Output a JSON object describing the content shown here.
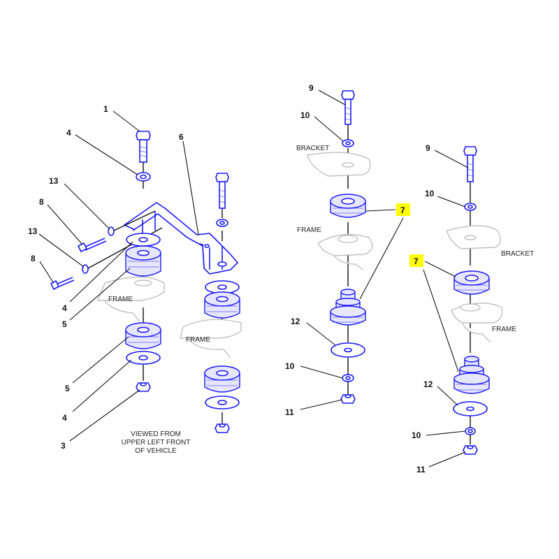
{
  "callouts": {
    "c1": "1",
    "c4a": "4",
    "c6": "6",
    "c13a": "13",
    "c8a": "8",
    "c13b": "13",
    "c8b": "8",
    "c4b": "4",
    "c5a": "5",
    "c5b": "5",
    "c4c": "4",
    "c3": "3",
    "c9a": "9",
    "c10a": "10",
    "c7a": "7",
    "c12a": "12",
    "c10b": "10",
    "c11a": "11",
    "c9b": "9",
    "c10c": "10",
    "c7b": "7",
    "c12b": "12",
    "c10d": "10",
    "c11b": "11"
  },
  "labels": {
    "frame_left": "FRAME",
    "frame_mid_left": "FRAME",
    "frame_mid": "FRAME",
    "frame_right": "FRAME",
    "bracket_mid": "BRACKET",
    "bracket_right": "BRACKET",
    "view_line1": "VIEWED FROM",
    "view_line2": "UPPER LEFT FRONT",
    "view_line3": "OF VEHICLE"
  },
  "colors": {
    "part_stroke": "#1a1aff",
    "highlight": "#ffff00",
    "ghost": "#b5b5b5"
  }
}
